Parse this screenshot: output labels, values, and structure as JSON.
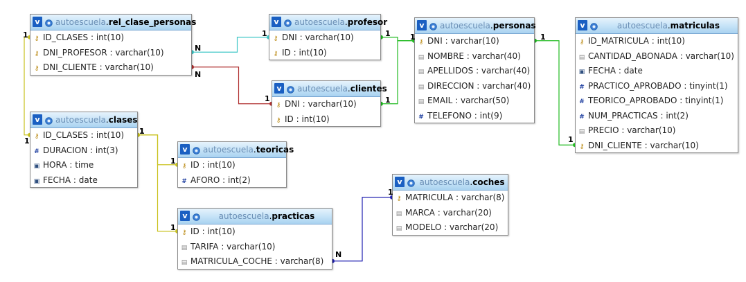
{
  "diagram": {
    "database": "autoescuela",
    "tables": [
      {
        "name": "rel_clase_personas",
        "columns": [
          {
            "name": "ID_CLASES",
            "type": "int(10)",
            "icon": "key-icon"
          },
          {
            "name": "DNI_PROFESOR",
            "type": "varchar(10)",
            "icon": "key-icon"
          },
          {
            "name": "DNI_CLIENTE",
            "type": "varchar(10)",
            "icon": "key-icon"
          }
        ]
      },
      {
        "name": "profesor",
        "columns": [
          {
            "name": "DNI",
            "type": "varchar(10)",
            "icon": "key-icon"
          },
          {
            "name": "ID",
            "type": "int(10)",
            "icon": "key-icon"
          }
        ]
      },
      {
        "name": "personas",
        "columns": [
          {
            "name": "DNI",
            "type": "varchar(10)",
            "icon": "key-icon"
          },
          {
            "name": "NOMBRE",
            "type": "varchar(40)",
            "icon": "text-icon"
          },
          {
            "name": "APELLIDOS",
            "type": "varchar(40)",
            "icon": "text-icon"
          },
          {
            "name": "DIRECCION",
            "type": "varchar(40)",
            "icon": "text-icon"
          },
          {
            "name": "EMAIL",
            "type": "varchar(50)",
            "icon": "text-icon"
          },
          {
            "name": "TELEFONO",
            "type": "int(9)",
            "icon": "number-icon"
          }
        ]
      },
      {
        "name": "matriculas",
        "columns": [
          {
            "name": "ID_MATRICULA",
            "type": "int(10)",
            "icon": "key-icon"
          },
          {
            "name": "CANTIDAD_ABONADA",
            "type": "varchar(10)",
            "icon": "text-icon"
          },
          {
            "name": "FECHA",
            "type": "date",
            "icon": "date-icon"
          },
          {
            "name": "PRACTICO_APROBADO",
            "type": "tinyint(1)",
            "icon": "number-icon"
          },
          {
            "name": "TEORICO_APROBADO",
            "type": "tinyint(1)",
            "icon": "number-icon"
          },
          {
            "name": "NUM_PRACTICAS",
            "type": "int(2)",
            "icon": "number-icon"
          },
          {
            "name": "PRECIO",
            "type": "varchar(10)",
            "icon": "text-icon"
          },
          {
            "name": "DNI_CLIENTE",
            "type": "varchar(10)",
            "icon": "key-icon"
          }
        ]
      },
      {
        "name": "clientes",
        "columns": [
          {
            "name": "DNI",
            "type": "varchar(10)",
            "icon": "key-icon"
          },
          {
            "name": "ID",
            "type": "int(10)",
            "icon": "key-icon"
          }
        ]
      },
      {
        "name": "clases",
        "columns": [
          {
            "name": "ID_CLASES",
            "type": "int(10)",
            "icon": "key-icon"
          },
          {
            "name": "DURACION",
            "type": "int(3)",
            "icon": "number-icon"
          },
          {
            "name": "HORA",
            "type": "time",
            "icon": "date-icon"
          },
          {
            "name": "FECHA",
            "type": "date",
            "icon": "date-icon"
          }
        ]
      },
      {
        "name": "teoricas",
        "columns": [
          {
            "name": "ID",
            "type": "int(10)",
            "icon": "key-icon"
          },
          {
            "name": "AFORO",
            "type": "int(2)",
            "icon": "number-icon"
          }
        ]
      },
      {
        "name": "coches",
        "columns": [
          {
            "name": "MATRICULA",
            "type": "varchar(8)",
            "icon": "key-icon"
          },
          {
            "name": "MARCA",
            "type": "varchar(20)",
            "icon": "text-icon"
          },
          {
            "name": "MODELO",
            "type": "varchar(20)",
            "icon": "text-icon"
          }
        ]
      },
      {
        "name": "practicas",
        "columns": [
          {
            "name": "ID",
            "type": "int(10)",
            "icon": "key-icon"
          },
          {
            "name": "TARIFA",
            "type": "varchar(10)",
            "icon": "text-icon"
          },
          {
            "name": "MATRICULA_COCHE",
            "type": "varchar(8)",
            "icon": "text-icon"
          }
        ]
      }
    ],
    "relations": [
      {
        "from": "rel_clase_personas.DNI_PROFESOR",
        "to": "profesor.DNI",
        "from_card": "N",
        "to_card": "1",
        "color": "#3fc7c7"
      },
      {
        "from": "rel_clase_personas.DNI_CLIENTE",
        "to": "clientes.DNI",
        "from_card": "N",
        "to_card": "1",
        "color": "#b03030"
      },
      {
        "from": "profesor.DNI",
        "to": "personas.DNI",
        "from_card": "1",
        "to_card": "1",
        "color": "#22bb22"
      },
      {
        "from": "clientes.DNI",
        "to": "personas.DNI",
        "from_card": "1",
        "to_card": "1",
        "color": "#22bb22"
      },
      {
        "from": "personas.DNI",
        "to": "matriculas.DNI_CLIENTE",
        "from_card": "1",
        "to_card": "1",
        "color": "#22bb22"
      },
      {
        "from": "rel_clase_personas.ID_CLASES",
        "to": "clases.ID_CLASES",
        "from_card": "1",
        "to_card": "1",
        "color": "#c9c21e"
      },
      {
        "from": "clases.ID_CLASES",
        "to": "teoricas.ID",
        "from_card": "1",
        "to_card": "1",
        "color": "#c9c21e"
      },
      {
        "from": "clases.ID_CLASES",
        "to": "practicas.ID",
        "from_card": "1",
        "to_card": "1",
        "color": "#c9c21e"
      },
      {
        "from": "practicas.MATRICULA_COCHE",
        "to": "coches.MATRICULA",
        "from_card": "N",
        "to_card": "1",
        "color": "#2020b0"
      }
    ]
  }
}
